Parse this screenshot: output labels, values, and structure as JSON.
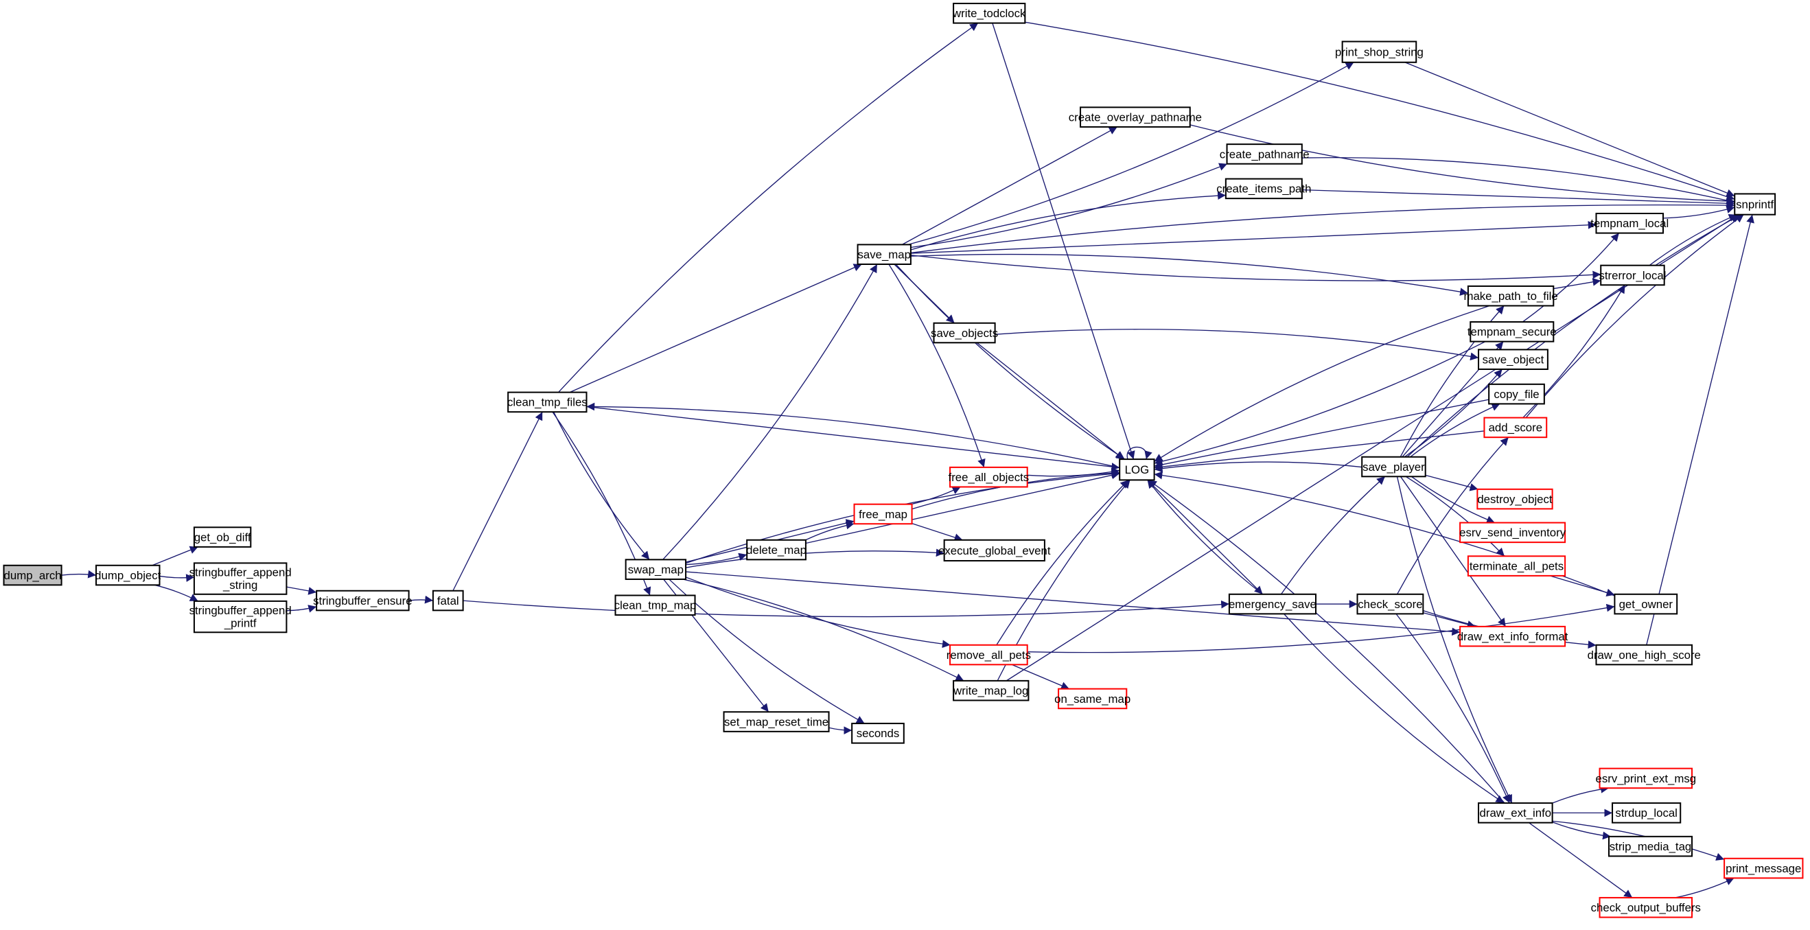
{
  "colors": {
    "edge": "#191970",
    "root_fill": "#bfbfbf",
    "node_border": "#000000",
    "truncated_border": "#ff0000"
  },
  "nodes": {
    "dump_arch": {
      "label": [
        "dump_arch"
      ],
      "root": true
    },
    "dump_object": {
      "label": [
        "dump_object"
      ]
    },
    "get_ob_diff": {
      "label": [
        "get_ob_diff"
      ]
    },
    "sb_append_string": {
      "label": [
        "stringbuffer_append",
        "_string"
      ]
    },
    "sb_append_printf": {
      "label": [
        "stringbuffer_append",
        "_printf"
      ]
    },
    "sb_ensure": {
      "label": [
        "stringbuffer_ensure"
      ]
    },
    "fatal": {
      "label": [
        "fatal"
      ]
    },
    "clean_tmp_files": {
      "label": [
        "clean_tmp_files"
      ]
    },
    "swap_map": {
      "label": [
        "swap_map"
      ]
    },
    "clean_tmp_map": {
      "label": [
        "clean_tmp_map"
      ]
    },
    "write_todclock": {
      "label": [
        "write_todclock"
      ]
    },
    "print_shop_string": {
      "label": [
        "print_shop_string"
      ]
    },
    "create_overlay_pathname": {
      "label": [
        "create_overlay_pathname"
      ]
    },
    "create_pathname": {
      "label": [
        "create_pathname"
      ]
    },
    "create_items_path": {
      "label": [
        "create_items_path"
      ]
    },
    "save_map": {
      "label": [
        "save_map"
      ]
    },
    "tempnam_local": {
      "label": [
        "tempnam_local"
      ]
    },
    "strerror_local": {
      "label": [
        "strerror_local"
      ]
    },
    "make_path_to_file": {
      "label": [
        "make_path_to_file"
      ]
    },
    "save_objects": {
      "label": [
        "save_objects"
      ]
    },
    "tempnam_secure": {
      "label": [
        "tempnam_secure"
      ]
    },
    "save_object": {
      "label": [
        "save_object"
      ]
    },
    "copy_file": {
      "label": [
        "copy_file"
      ]
    },
    "add_score": {
      "label": [
        "add_score"
      ],
      "truncated": true
    },
    "snprintf": {
      "label": [
        "snprintf"
      ]
    },
    "LOG": {
      "label": [
        "LOG"
      ]
    },
    "free_all_objects": {
      "label": [
        "free_all_objects"
      ],
      "truncated": true
    },
    "free_map": {
      "label": [
        "free_map"
      ],
      "truncated": true
    },
    "delete_map": {
      "label": [
        "delete_map"
      ]
    },
    "execute_global_event": {
      "label": [
        "execute_global_event"
      ]
    },
    "save_player": {
      "label": [
        "save_player"
      ]
    },
    "destroy_object": {
      "label": [
        "destroy_object"
      ],
      "truncated": true
    },
    "esrv_send_inventory": {
      "label": [
        "esrv_send_inventory"
      ],
      "truncated": true
    },
    "terminate_all_pets": {
      "label": [
        "terminate_all_pets"
      ],
      "truncated": true
    },
    "get_owner": {
      "label": [
        "get_owner"
      ]
    },
    "emergency_save": {
      "label": [
        "emergency_save"
      ]
    },
    "check_score": {
      "label": [
        "check_score"
      ]
    },
    "draw_ext_info_format": {
      "label": [
        "draw_ext_info_format"
      ],
      "truncated": true
    },
    "remove_all_pets": {
      "label": [
        "remove_all_pets"
      ],
      "truncated": true
    },
    "draw_one_high_score": {
      "label": [
        "draw_one_high_score"
      ]
    },
    "on_same_map": {
      "label": [
        "on_same_map"
      ],
      "truncated": true
    },
    "write_map_log": {
      "label": [
        "write_map_log"
      ]
    },
    "set_map_reset_time": {
      "label": [
        "set_map_reset_time"
      ]
    },
    "seconds": {
      "label": [
        "seconds"
      ]
    },
    "esrv_print_ext_msg": {
      "label": [
        "esrv_print_ext_msg"
      ],
      "truncated": true
    },
    "draw_ext_info": {
      "label": [
        "draw_ext_info"
      ]
    },
    "strdup_local": {
      "label": [
        "strdup_local"
      ]
    },
    "strip_media_tag": {
      "label": [
        "strip_media_tag"
      ]
    },
    "print_message": {
      "label": [
        "print_message"
      ],
      "truncated": true
    },
    "check_output_buffers": {
      "label": [
        "check_output_buffers"
      ],
      "truncated": true
    }
  },
  "edges": [
    [
      "dump_arch",
      "dump_object"
    ],
    [
      "dump_object",
      "get_ob_diff"
    ],
    [
      "dump_object",
      "sb_append_string"
    ],
    [
      "dump_object",
      "sb_append_printf"
    ],
    [
      "sb_append_string",
      "sb_ensure"
    ],
    [
      "sb_append_printf",
      "sb_ensure"
    ],
    [
      "sb_ensure",
      "fatal"
    ],
    [
      "fatal",
      "clean_tmp_files"
    ],
    [
      "fatal",
      "emergency_save"
    ],
    [
      "clean_tmp_files",
      "write_todclock"
    ],
    [
      "clean_tmp_files",
      "save_map"
    ],
    [
      "clean_tmp_files",
      "swap_map"
    ],
    [
      "clean_tmp_files",
      "clean_tmp_map"
    ],
    [
      "clean_tmp_files",
      "LOG"
    ],
    [
      "LOG",
      "clean_tmp_files"
    ],
    [
      "write_todclock",
      "snprintf"
    ],
    [
      "write_todclock",
      "LOG"
    ],
    [
      "save_map",
      "print_shop_string"
    ],
    [
      "save_map",
      "snprintf"
    ],
    [
      "save_map",
      "create_overlay_pathname"
    ],
    [
      "save_map",
      "create_pathname"
    ],
    [
      "save_map",
      "create_items_path"
    ],
    [
      "save_map",
      "tempnam_local"
    ],
    [
      "save_map",
      "strerror_local"
    ],
    [
      "save_map",
      "make_path_to_file"
    ],
    [
      "save_map",
      "save_objects"
    ],
    [
      "save_map",
      "LOG"
    ],
    [
      "save_map",
      "free_all_objects"
    ],
    [
      "print_shop_string",
      "snprintf"
    ],
    [
      "create_overlay_pathname",
      "snprintf"
    ],
    [
      "create_pathname",
      "snprintf"
    ],
    [
      "create_items_path",
      "snprintf"
    ],
    [
      "tempnam_local",
      "snprintf"
    ],
    [
      "strerror_local",
      "snprintf"
    ],
    [
      "make_path_to_file",
      "strerror_local"
    ],
    [
      "make_path_to_file",
      "LOG"
    ],
    [
      "save_objects",
      "save_object"
    ],
    [
      "save_objects",
      "LOG"
    ],
    [
      "tempnam_secure",
      "tempnam_local"
    ],
    [
      "tempnam_secure",
      "LOG"
    ],
    [
      "copy_file",
      "LOG"
    ],
    [
      "add_score",
      "strerror_local"
    ],
    [
      "add_score",
      "snprintf"
    ],
    [
      "add_score",
      "LOG"
    ],
    [
      "swap_map",
      "save_map"
    ],
    [
      "swap_map",
      "LOG"
    ],
    [
      "swap_map",
      "free_map"
    ],
    [
      "swap_map",
      "delete_map"
    ],
    [
      "swap_map",
      "execute_global_event"
    ],
    [
      "swap_map",
      "draw_ext_info_format"
    ],
    [
      "swap_map",
      "remove_all_pets"
    ],
    [
      "swap_map",
      "write_map_log"
    ],
    [
      "swap_map",
      "set_map_reset_time"
    ],
    [
      "swap_map",
      "seconds"
    ],
    [
      "delete_map",
      "free_map"
    ],
    [
      "delete_map",
      "LOG"
    ],
    [
      "free_map",
      "free_all_objects"
    ],
    [
      "free_map",
      "LOG"
    ],
    [
      "free_map",
      "execute_global_event"
    ],
    [
      "free_all_objects",
      "LOG"
    ],
    [
      "remove_all_pets",
      "LOG"
    ],
    [
      "remove_all_pets",
      "on_same_map"
    ],
    [
      "remove_all_pets",
      "get_owner"
    ],
    [
      "write_map_log",
      "LOG"
    ],
    [
      "write_map_log",
      "snprintf"
    ],
    [
      "set_map_reset_time",
      "seconds"
    ],
    [
      "emergency_save",
      "save_player"
    ],
    [
      "emergency_save",
      "check_score"
    ],
    [
      "emergency_save",
      "draw_ext_info"
    ],
    [
      "emergency_save",
      "LOG"
    ],
    [
      "LOG",
      "emergency_save"
    ],
    [
      "save_player",
      "LOG"
    ],
    [
      "save_player",
      "make_path_to_file"
    ],
    [
      "save_player",
      "tempnam_secure"
    ],
    [
      "save_player",
      "save_object"
    ],
    [
      "save_player",
      "copy_file"
    ],
    [
      "save_player",
      "destroy_object"
    ],
    [
      "save_player",
      "esrv_send_inventory"
    ],
    [
      "save_player",
      "terminate_all_pets"
    ],
    [
      "save_player",
      "draw_ext_info_format"
    ],
    [
      "save_player",
      "draw_ext_info"
    ],
    [
      "save_player",
      "snprintf"
    ],
    [
      "terminate_all_pets",
      "get_owner"
    ],
    [
      "get_owner",
      "LOG"
    ],
    [
      "check_score",
      "add_score"
    ],
    [
      "check_score",
      "draw_ext_info_format"
    ],
    [
      "check_score",
      "draw_one_high_score"
    ],
    [
      "check_score",
      "draw_ext_info"
    ],
    [
      "draw_one_high_score",
      "snprintf"
    ],
    [
      "draw_ext_info",
      "LOG"
    ],
    [
      "draw_ext_info",
      "esrv_print_ext_msg"
    ],
    [
      "draw_ext_info",
      "strdup_local"
    ],
    [
      "draw_ext_info",
      "strip_media_tag"
    ],
    [
      "draw_ext_info",
      "print_message"
    ],
    [
      "draw_ext_info",
      "check_output_buffers"
    ],
    [
      "check_output_buffers",
      "print_message"
    ],
    [
      "LOG",
      "LOG"
    ]
  ]
}
